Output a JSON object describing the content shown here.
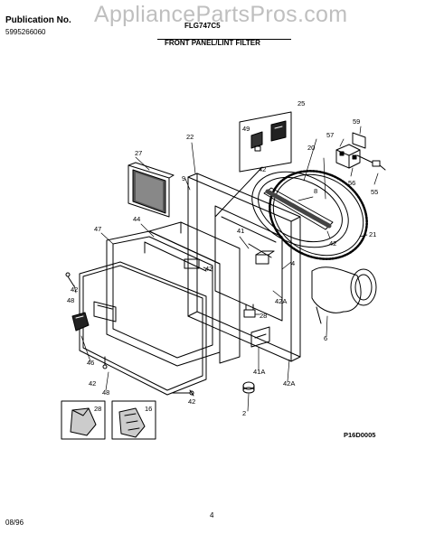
{
  "header": {
    "publication_label": "Publication No.",
    "publication_number": "5995266060",
    "model": "FLG747C5",
    "section_title": "FRONT PANEL/LINT FILTER",
    "watermark": "AppliancePartsPros.com"
  },
  "diagram": {
    "code": "P16D0005",
    "part_labels": [
      "25",
      "49",
      "22",
      "59",
      "57",
      "27",
      "20",
      "42",
      "8",
      "9",
      "56",
      "55",
      "44",
      "47",
      "41",
      "42",
      "21",
      "42",
      "42",
      "4",
      "42A",
      "28",
      "48",
      "46",
      "42",
      "48",
      "6",
      "41A",
      "42A",
      "42",
      "2",
      "28",
      "16"
    ]
  },
  "footer": {
    "date": "08/96",
    "page": "4"
  }
}
